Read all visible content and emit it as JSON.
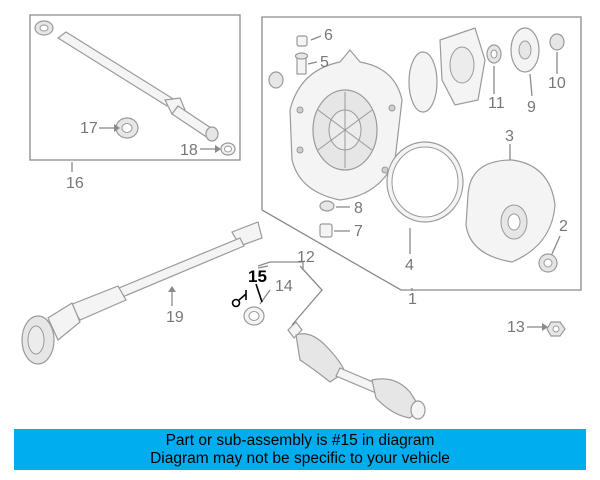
{
  "callouts": {
    "c1": "1",
    "c2": "2",
    "c3": "3",
    "c4": "4",
    "c5": "5",
    "c6": "6",
    "c7": "7",
    "c8": "8",
    "c9": "9",
    "c10": "10",
    "c11": "11",
    "c12": "12",
    "c13": "13",
    "c14": "14",
    "c15": "15",
    "c16": "16",
    "c17": "17",
    "c18": "18",
    "c19": "19"
  },
  "highlighted_part": "15",
  "colors": {
    "banner": "#00aeef",
    "highlight": "#000000",
    "lines": "#8a8a8a"
  },
  "banner": {
    "line1": "Part or sub-assembly is #15 in diagram",
    "line2": "Diagram may not be specific to your vehicle"
  }
}
